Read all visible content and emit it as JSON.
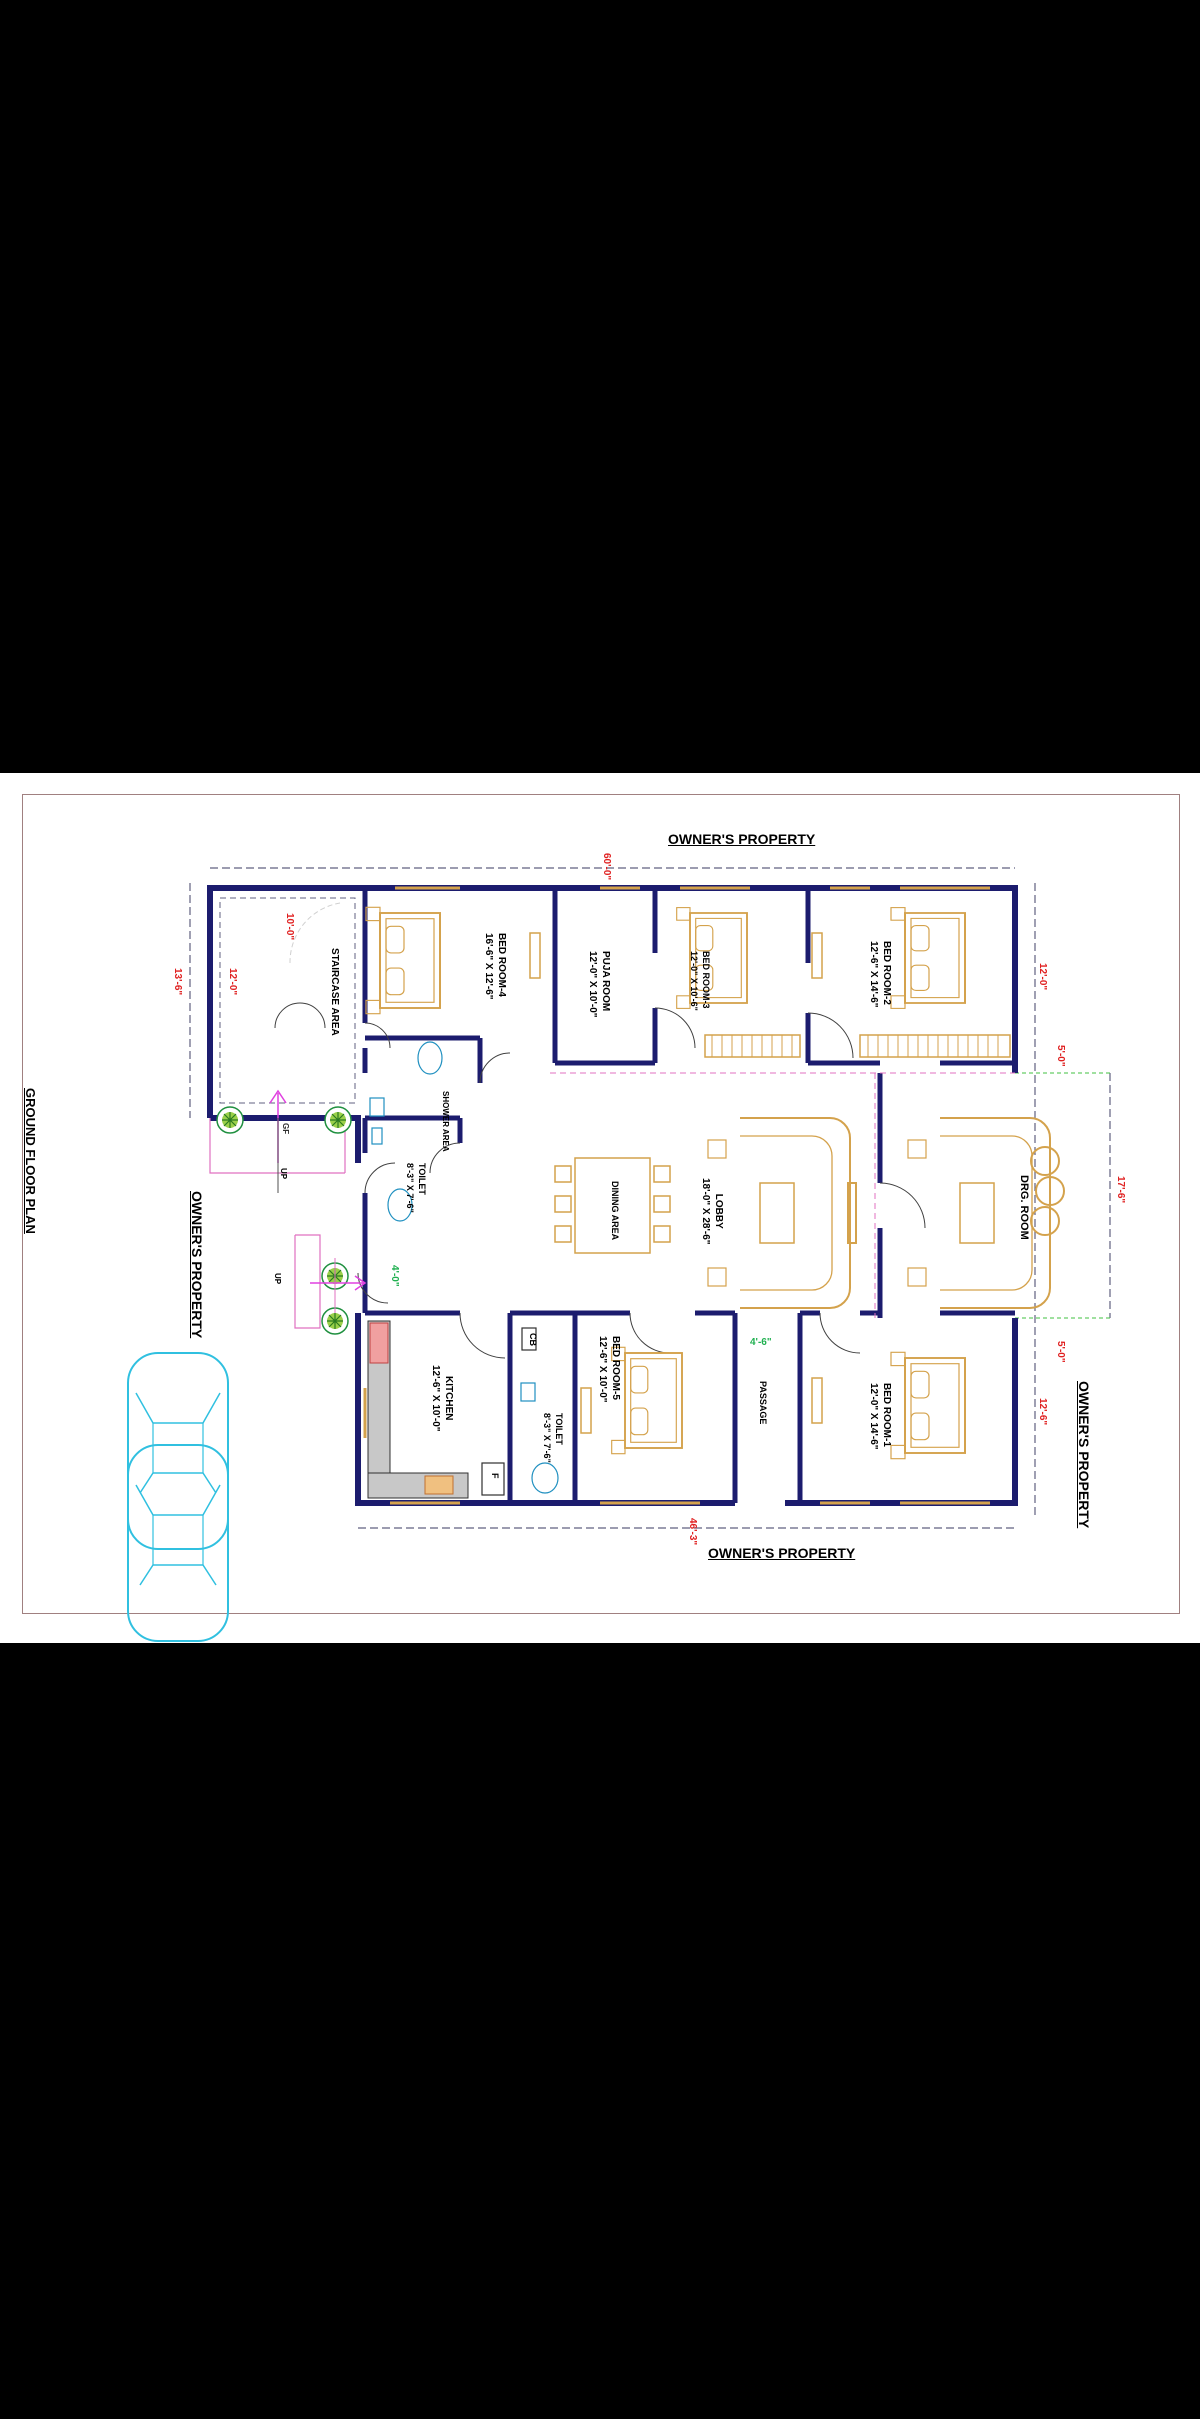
{
  "plan": {
    "title": "GROUND FLOOR PLAN",
    "boundary_top": "OWNER'S PROPERTY",
    "boundary_bottom": "OWNER'S PROPERTY",
    "boundary_right": "OWNER'S PROPERTY",
    "boundary_left": "OWNER'S PROPERTY",
    "stair_label": "UP",
    "gate_label": "UP",
    "car_label": "GF"
  },
  "rooms": {
    "staircase": "STAIRCASE AREA",
    "bed4_name": "BED ROOM-4",
    "bed4_size": "16'-6\" X 12'-6\"",
    "puja_name": "PUJA ROOM",
    "puja_size": "12'-0\" X 10'-0\"",
    "bed3_name": "BED ROOM-3",
    "bed3_size": "12'-0\" X 10'-6\"",
    "bed2_name": "BED ROOM-2",
    "bed2_size": "12'-6\" X 14'-6\"",
    "shower": "SHOWER AREA",
    "toilet1_name": "TOILET",
    "toilet1_size": "8'-3\" X 7'-6\"",
    "dining": "DINING AREA",
    "lobby_name": "LOBBY",
    "lobby_size": "18'-0\" X 28'-6\"",
    "drg": "DRG. ROOM",
    "kitchen_name": "KITCHEN",
    "kitchen_size": "12'-6\" X 10'-0\"",
    "toilet2_name": "TOILET",
    "toilet2_size": "8'-3\" X 7'-6\"",
    "bed5_name": "BED ROOM-5",
    "bed5_size": "12'-6\" X 10'-0\"",
    "passage": "PASSAGE",
    "bed1_name": "BED ROOM-1",
    "bed1_size": "12'-0\" X 14'-6\"",
    "cb": "CB",
    "fridge": "F"
  },
  "dims": {
    "top_overall": "60'-0\"",
    "bottom_overall": "46'-3\"",
    "stair_a": "10'-0\"",
    "stair_b": "12'-0\"",
    "left_overall": "13'-6\"",
    "right_a": "12'-0\"",
    "right_b": "5'-0\"",
    "right_c": "17'-6\"",
    "right_d": "5'-0\"",
    "right_e": "12'-6\"",
    "passage_w": "4'-6\"",
    "entry_w": "4'-0\""
  },
  "colors": {
    "wall": "#1c1c6e",
    "furniture": "#d4a24c",
    "dimension": "#e02020",
    "dim_line": "#7070a0",
    "car": "#30c0e0",
    "green": "#20b050",
    "magenta": "#e040e0",
    "pink_line": "#e070c0"
  }
}
